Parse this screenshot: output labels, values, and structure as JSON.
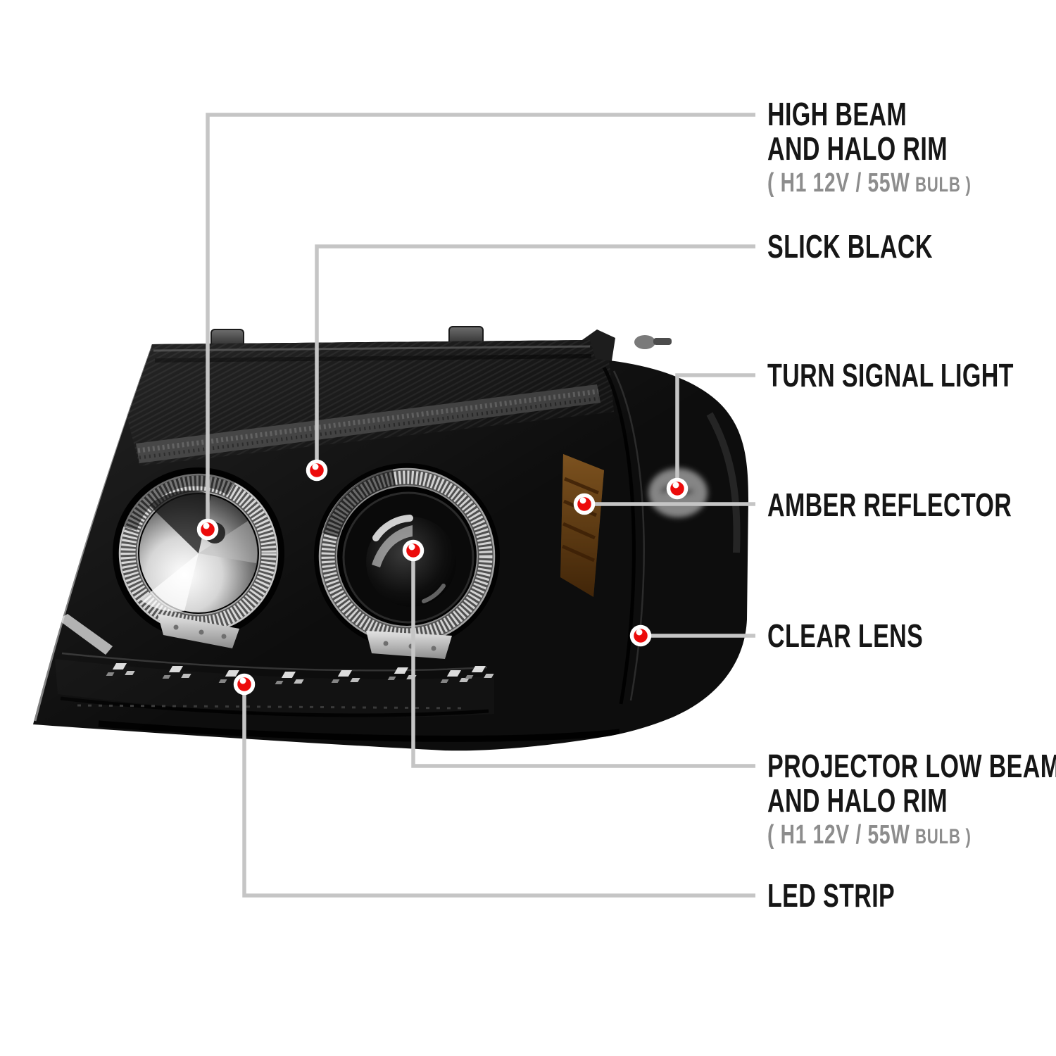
{
  "image_type": "product feature callout diagram",
  "subject": "glossy black dual halo projector headlight, front three-quarter view",
  "colors": {
    "background": "#ffffff",
    "marker_red": "#ec0b0b",
    "leader_line": "#c5c5c5",
    "label_text": "#161616",
    "spec_text": "#8d8d8d",
    "amber_reflector": "#c9812d",
    "housing_black": "#0d0d0d"
  },
  "markers": {
    "style": "red dot with white ring",
    "count": 7
  },
  "callouts": [
    {
      "id": "high-beam",
      "lines": [
        "HIGH BEAM",
        "AND HALO RIM"
      ],
      "spec_prefix": "( H1  12V / 55W",
      "spec_small": "BULB )"
    },
    {
      "id": "slick-black",
      "lines": [
        "SLICK BLACK"
      ]
    },
    {
      "id": "turn-signal",
      "lines": [
        "TURN SIGNAL LIGHT"
      ]
    },
    {
      "id": "amber-reflector",
      "lines": [
        "AMBER REFLECTOR"
      ]
    },
    {
      "id": "clear-lens",
      "lines": [
        "CLEAR LENS"
      ]
    },
    {
      "id": "projector-low-beam",
      "lines": [
        "PROJECTOR LOW BEAM",
        "AND HALO RIM"
      ],
      "spec_prefix": "( H1  12V / 55W",
      "spec_small": "BULB )"
    },
    {
      "id": "led-strip",
      "lines": [
        "LED STRIP"
      ]
    }
  ]
}
